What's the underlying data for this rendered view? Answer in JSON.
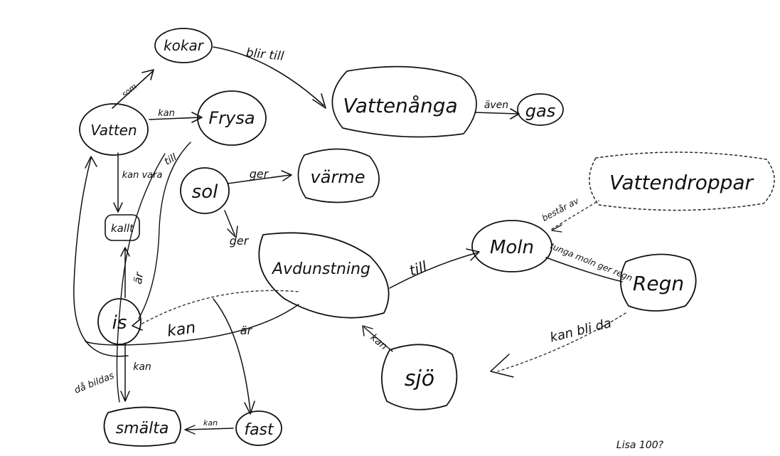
{
  "nodes": {
    "kokar": "kokar",
    "vattenanga": "Vattenånga",
    "gas": "gas",
    "vatten": "Vatten",
    "frysa": "Frysa",
    "sol": "sol",
    "varme": "värme",
    "vattendroppar": "Vattendroppar",
    "kallt": "kallt",
    "avdunstning": "Avdunstning",
    "moln": "Moln",
    "regn": "Regn",
    "is": "is",
    "sjo": "sjö",
    "smalta": "smälta",
    "fast": "fast"
  },
  "edges": {
    "blir_till": "blir till",
    "aven": "även",
    "kan_vattenfrysa": "kan",
    "kan_vara": "kan vara",
    "till_frysais": "till",
    "ger_solvarme": "ger",
    "ger_solavd": "ger",
    "till_avdmoln": "till",
    "bestar_av": "består av",
    "tunga_moln_ger_regn": "tunga moln ger regn",
    "kan_bli_da": "kan bli da",
    "kan_sjo": "kan",
    "ar_iskallt": "är",
    "kan_avdis": "kan",
    "ar_isfast": "är",
    "kan_issmalta": "kan",
    "kan_fastsmalta": "kan",
    "da_bildas": "då bildas",
    "som": "som"
  },
  "signature": "Lisa 100?"
}
